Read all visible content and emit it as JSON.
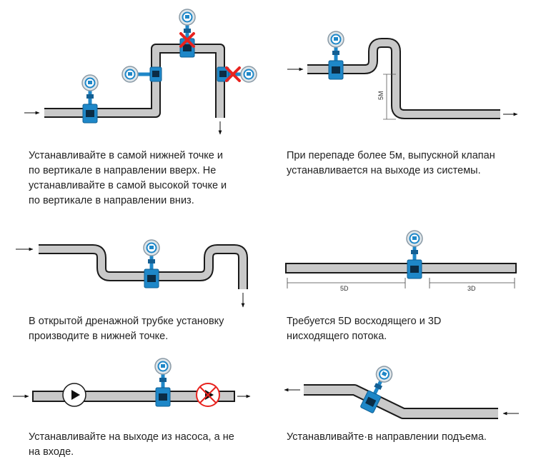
{
  "panels": {
    "top_left": {
      "caption_lines": [
        "Устанавливайте в самой нижней точке и",
        "по вертикале в направлении вверх. Не",
        "устанавливайте в самой высокой точке и",
        "по вертикале в направлении вниз."
      ]
    },
    "top_right": {
      "caption_lines": [
        "При перепаде более 5м, выпускной клапан",
        "устанавливается на выходе из системы."
      ],
      "dimension_label": "5M"
    },
    "middle_left": {
      "caption_lines": [
        "В открытой дренажной трубке установку",
        "производите в нижней точке."
      ]
    },
    "middle_right": {
      "caption_lines": [
        "Требуется 5D восходящего и 3D",
        "нисходящего потока."
      ],
      "upstream_label": "5D",
      "downstream_label": "3D"
    },
    "bottom_left": {
      "caption_lines": [
        "Устанавливайте на выходе из насоса, а не",
        "на входе."
      ]
    },
    "bottom_right": {
      "caption_lines": [
        "Устанавливайте·в направлении подъема."
      ]
    }
  },
  "colors": {
    "pipe_fill": "#c9c9c9",
    "pipe_outline": "#1a1a1a",
    "meter_blue": "#1e87c8",
    "meter_head": "#dfe6ea",
    "forbidden_mark": "#e8231f"
  },
  "icons": [
    "flow-arrow-icon",
    "flowmeter-icon",
    "cross-mark-icon",
    "pump-icon",
    "blocked-valve-icon"
  ]
}
